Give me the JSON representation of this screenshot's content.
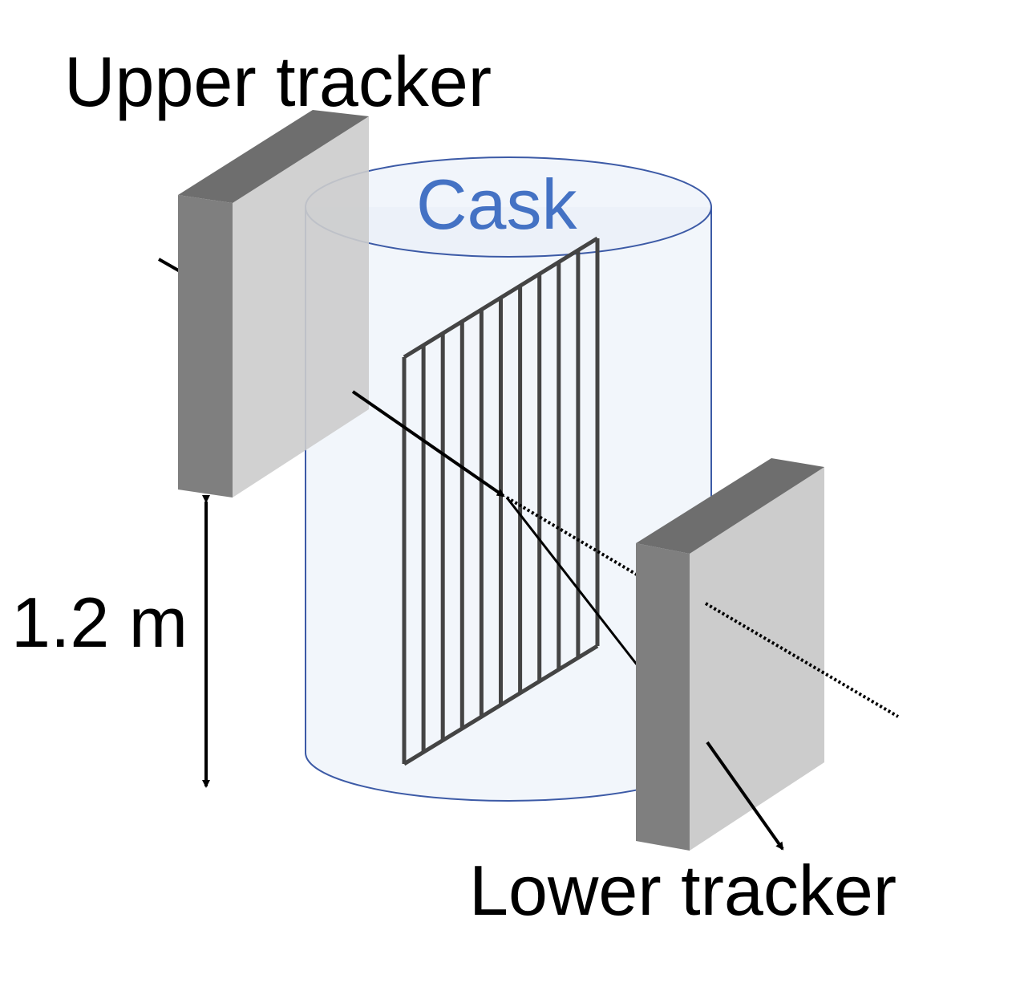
{
  "labels": {
    "upper_tracker": "Upper tracker",
    "lower_tracker": "Lower tracker",
    "cask": "Cask",
    "distance": "1.2 m"
  },
  "colors": {
    "cask_outline": "#3c5aa6",
    "cask_label": "#4472c4",
    "cask_fill": "#eef3fa",
    "tracker_front": "#7f7f7f",
    "tracker_top": "#6f6f6f",
    "tracker_side": "#cccccc",
    "basket": "#444444",
    "track": "#000000"
  },
  "fuel_basket": {
    "bars": 11
  }
}
